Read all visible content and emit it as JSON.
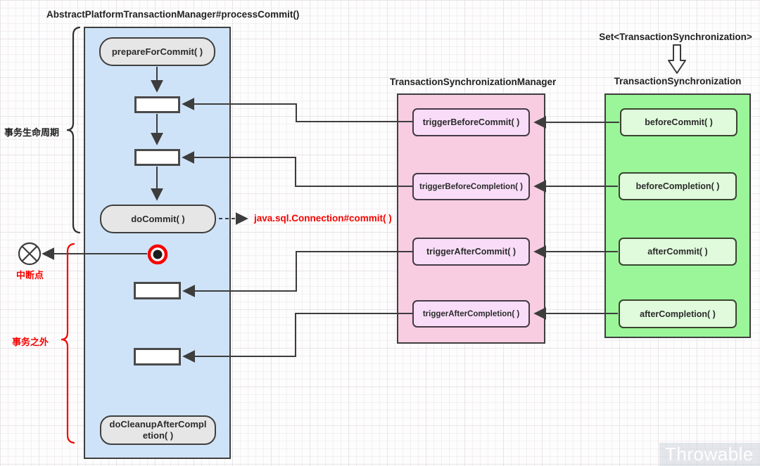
{
  "title": "AbstractPlatformTransactionManager#processCommit()",
  "labels": {
    "lifecycle": "事务生命周期",
    "breakpoint": "中断点",
    "outside_tx": "事务之外",
    "connection_note": "java.sql.Connection#commit( )"
  },
  "blue_lane": {
    "prepare": "prepareForCommit( )",
    "do_commit": "doCommit( )",
    "cleanup": "doCleanupAfterCompletion( )"
  },
  "pink_lane": {
    "header": "TransactionSynchronizationManager",
    "boxes": [
      {
        "label": "triggerBeforeCommit( )"
      },
      {
        "label": "triggerBeforeCompletion( )"
      },
      {
        "label": "triggerAfterCommit( )"
      },
      {
        "label": "triggerAfterCompletion( )"
      }
    ]
  },
  "green_lane": {
    "set_label": "Set<TransactionSynchronization>",
    "header": "TransactionSynchronization",
    "boxes": [
      {
        "label": "beforeCommit( )"
      },
      {
        "label": "beforeCompletion( )"
      },
      {
        "label": "afterCommit( )"
      },
      {
        "label": "afterCompletion( )"
      }
    ]
  },
  "watermark": "Throwable",
  "colors": {
    "blue_fill": "#cfe3f8",
    "pink_fill": "#f8cde2",
    "pink_box_fill": "#f9ddf8",
    "green_fill": "#9bf69a",
    "green_box_fill": "#e0fadc",
    "grey_node_fill": "#e6e6e6",
    "accent_red": "#f50400",
    "line": "#3d3d3d"
  }
}
